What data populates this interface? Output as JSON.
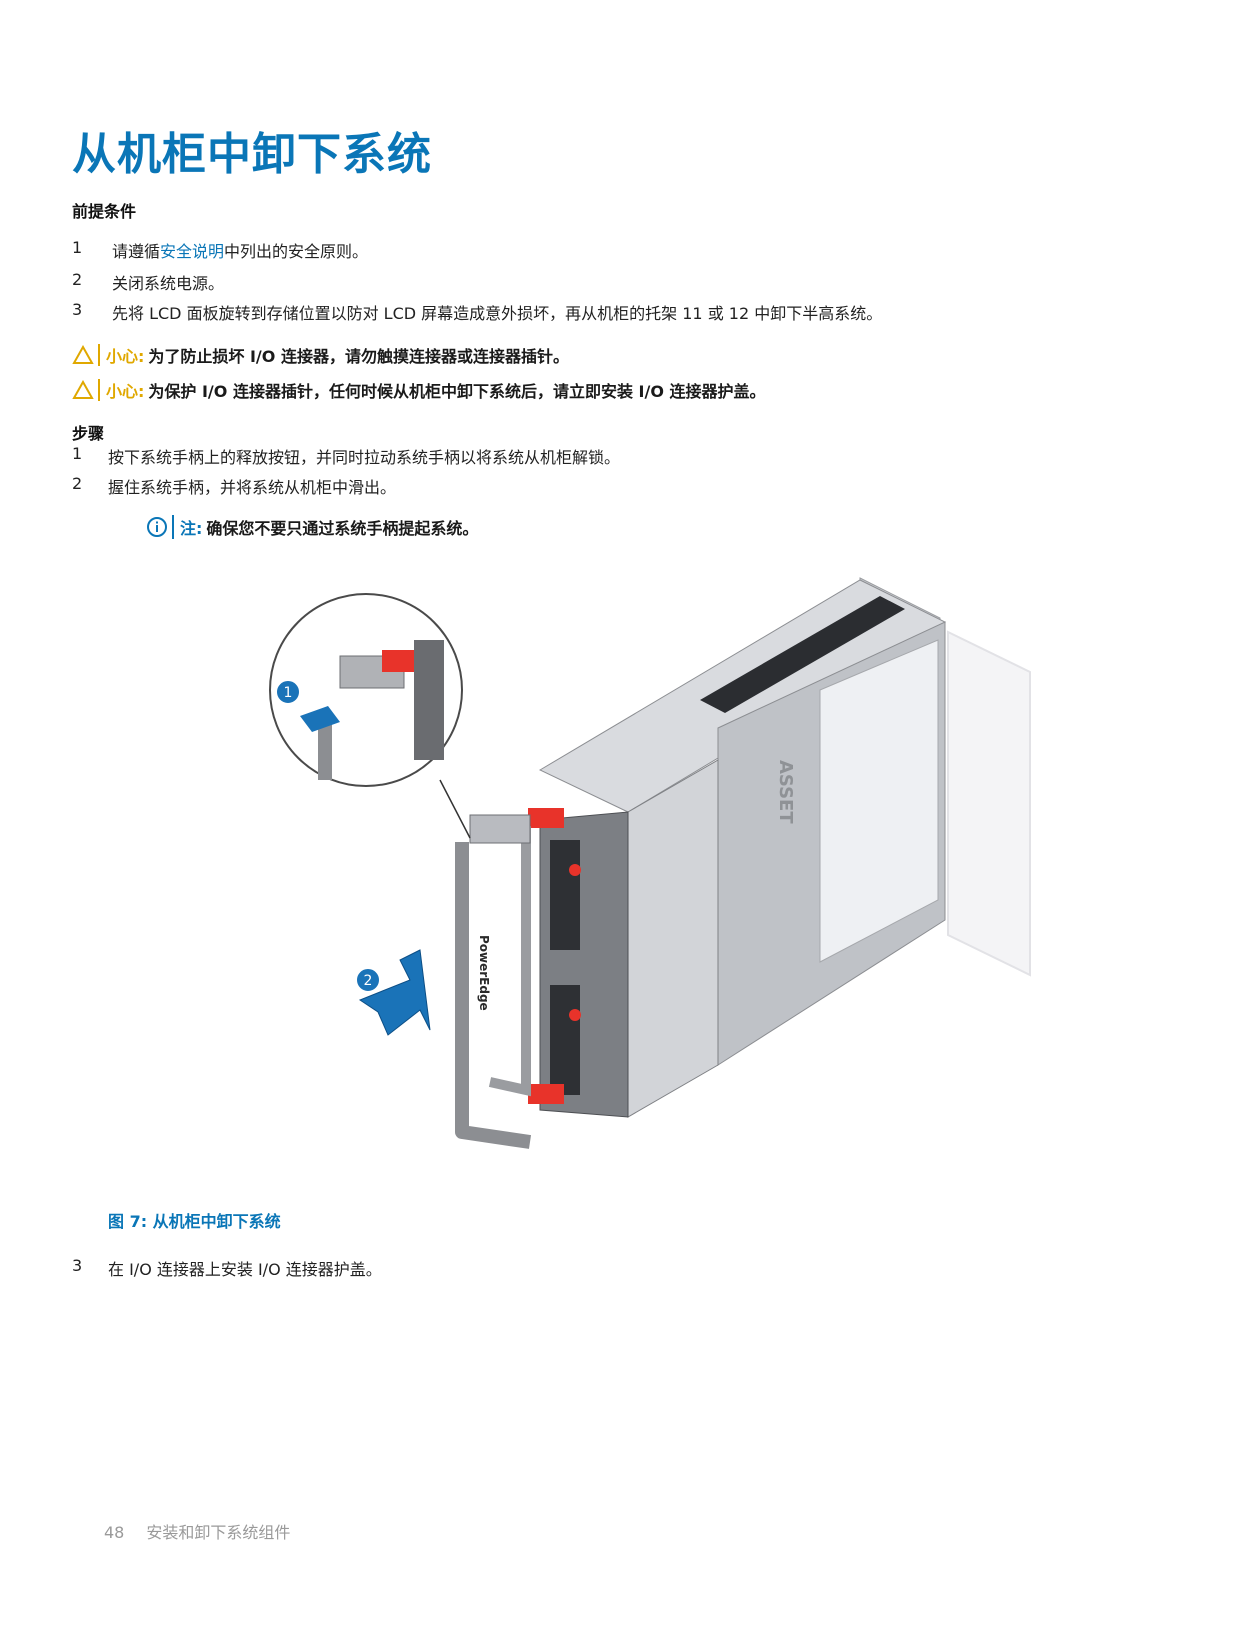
{
  "title": "从机柜中卸下系统",
  "prerequisites": {
    "heading": "前提条件",
    "items": [
      {
        "num": "1",
        "before": "请遵循",
        "link": "安全说明",
        "after": "中列出的安全原则。"
      },
      {
        "num": "2",
        "text": "关闭系统电源。"
      },
      {
        "num": "3",
        "text": "先将 LCD 面板旋转到存储位置以防对 LCD 屏幕造成意外损坏，再从机柜的托架 11 或 12 中卸下半高系统。"
      }
    ]
  },
  "cautions": [
    {
      "label": "小心:",
      "text": "为了防止损坏 I/O 连接器，请勿触摸连接器或连接器插针。"
    },
    {
      "label": "小心:",
      "text": "为保护 I/O 连接器插针，任何时候从机柜中卸下系统后，请立即安装 I/O 连接器护盖。"
    }
  ],
  "steps": {
    "heading": "步骤",
    "items": [
      {
        "num": "1",
        "text": "按下系统手柄上的释放按钮，并同时拉动系统手柄以将系统从机柜解锁。"
      },
      {
        "num": "2",
        "text": "握住系统手柄，并将系统从机柜中滑出。"
      }
    ],
    "note": {
      "label": "注:",
      "text": "确保您不要只通过系统手柄提起系统。"
    },
    "final": {
      "num": "3",
      "text": "在 I/O 连接器上安装 I/O 连接器护盖。"
    }
  },
  "figure": {
    "caption": "图 7: 从机柜中卸下系统",
    "callouts": [
      "1",
      "2"
    ],
    "labels": {
      "brand": "PowerEdge",
      "sticker": "ASSET"
    }
  },
  "footer": {
    "page": "48",
    "section": "安装和卸下系统组件"
  },
  "colors": {
    "title": "#0a76b7",
    "caution": "#e0a800",
    "note": "#0a76b7",
    "callout": "#1a73b8",
    "red_latch": "#e8332a"
  }
}
